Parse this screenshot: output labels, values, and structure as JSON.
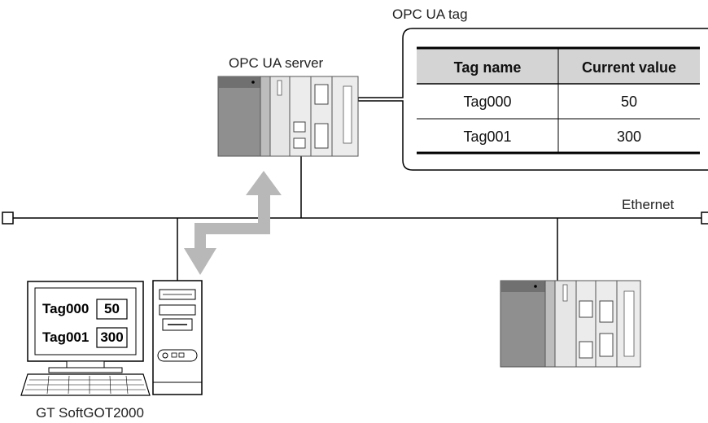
{
  "labels": {
    "opc_ua_tag": "OPC UA tag",
    "opc_ua_server": "OPC UA server",
    "ethernet": "Ethernet",
    "gt_softgot": "GT SoftGOT2000"
  },
  "tag_table": {
    "headers": [
      "Tag name",
      "Current value"
    ],
    "rows": [
      {
        "name": "Tag000",
        "value": "50"
      },
      {
        "name": "Tag001",
        "value": "300"
      }
    ]
  },
  "monitor_screen": {
    "rows": [
      {
        "name": "Tag000",
        "value": "50"
      },
      {
        "name": "Tag001",
        "value": "300"
      }
    ]
  },
  "colors": {
    "header_fill": "#d4d4d4",
    "arrow_fill": "#b8b8b8",
    "plc_dark": "#8f8f8f",
    "plc_light": "#e6e6e6"
  }
}
